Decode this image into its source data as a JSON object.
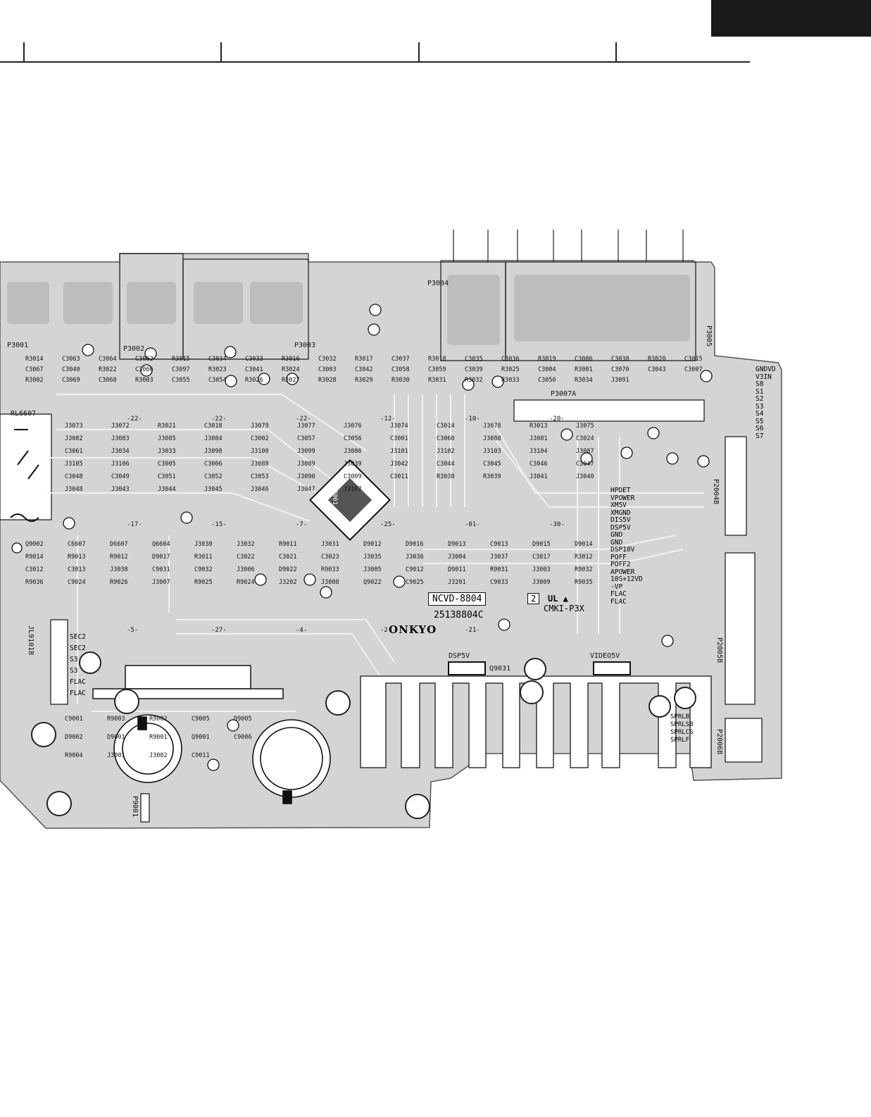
{
  "board": {
    "model": "NCVD-8804",
    "revision": "2",
    "part_number": "25138804C",
    "brand": "ONKYO",
    "cert_code": "CMKI-P3X",
    "cert_mark": "UL ▲",
    "ic_label": "Q3001"
  },
  "connectors": {
    "p3001": "P3001",
    "p3002": "P3002",
    "p3003": "P3003",
    "p3004": "P3004",
    "p3005": "P3005",
    "p3007a": "P3007A",
    "p2004b": "P2004B",
    "p2005b": "P2005B",
    "p2006b": "P2006B",
    "p9001": "P9001",
    "rl6607": "RL6607",
    "jl9101b": "JL9101B"
  },
  "top_pins": [
    "GNDVD",
    "V3IN",
    "S8",
    "S1",
    "S2",
    "S3",
    "S4",
    "S5",
    "S6",
    "S7"
  ],
  "mid_pins": [
    "HPDET",
    "VPOWER",
    "XM5V",
    "XMGND",
    "DIS5V",
    "DSP5V",
    "GND",
    "GND",
    "DSP10V",
    "POFF",
    "POFF2",
    "APOWER",
    "10S+12VD",
    "-VP",
    "FLAC",
    "FLAC"
  ],
  "left_pins": [
    "SEC2",
    "SEC2",
    "S3",
    "S3",
    "FLAC",
    "FLAC"
  ],
  "right_pins": [
    "SPRLB",
    "SPRLSB",
    "SPRLCS",
    "SPRLF"
  ],
  "regulator_labels": {
    "dsp5v": "DSP5V",
    "video5v": "VIDEO5V",
    "q9031": "Q9031"
  },
  "components_top": [
    "R3014",
    "C3063",
    "C3064",
    "C3062",
    "R3015",
    "C3034",
    "C3033",
    "R3016",
    "C3032",
    "R3017",
    "C3037",
    "R3018",
    "C3035",
    "C3036",
    "R3019",
    "C3086",
    "C3038",
    "R3020",
    "C3015",
    "C3067",
    "C3040",
    "R3022",
    "C3066",
    "C3097",
    "R3023",
    "C3041",
    "R3024",
    "C3003",
    "C3042",
    "C3058",
    "C3059",
    "C3039",
    "R3025",
    "C3004",
    "R3001",
    "C3070",
    "C3043",
    "C3007",
    "R3002",
    "C3069",
    "C3068",
    "R3003",
    "C3055",
    "C3054",
    "R3026",
    "R3027",
    "R3028",
    "R3029",
    "R3030",
    "R3031",
    "R3032",
    "R3033",
    "C3050",
    "R3034",
    "J3091"
  ],
  "components_mid": [
    "J3073",
    "J3072",
    "R3021",
    "C3018",
    "J3079",
    "J3077",
    "J3076",
    "J3074",
    "C3014",
    "J3078",
    "R3013",
    "J3075",
    "J3082",
    "J3083",
    "J3085",
    "J3084",
    "C3002",
    "C3057",
    "C3056",
    "C3001",
    "C3060",
    "J3080",
    "J3081",
    "C3024",
    "C3061",
    "J3034",
    "J3033",
    "J3098",
    "J3100",
    "J3099",
    "J3086",
    "J3101",
    "J3102",
    "J3103",
    "J3104",
    "J3087",
    "J3105",
    "J3106",
    "C3005",
    "C3006",
    "J3088",
    "J3089",
    "J3039",
    "J3042",
    "C3044",
    "C3045",
    "C3046",
    "C3047",
    "C3048",
    "C3049",
    "C3051",
    "C3052",
    "C3053",
    "J3090",
    "C3009",
    "C3011",
    "R3038",
    "R3039",
    "J3041",
    "J3040",
    "J3048",
    "J3043",
    "J3044",
    "J3045",
    "J3046",
    "J3047",
    "J3107"
  ],
  "components_low": [
    "Q9002",
    "C6607",
    "D6607",
    "Q6604",
    "J3030",
    "J3032",
    "R9011",
    "J3031",
    "D9012",
    "D9016",
    "D9013",
    "C9013",
    "D9015",
    "D9014",
    "R9014",
    "R9013",
    "R9012",
    "D9017",
    "R3011",
    "C3022",
    "C3021",
    "C3023",
    "J3035",
    "J3036",
    "J3004",
    "J3037",
    "C3017",
    "R3012",
    "C3012",
    "C3013",
    "J3038",
    "C9031",
    "C9032",
    "J3006",
    "D9022",
    "R9033",
    "J3005",
    "C9012",
    "D9011",
    "R9031",
    "J3003",
    "R9032",
    "R9036",
    "C9024",
    "R9026",
    "J3007",
    "R9025",
    "R9024",
    "J3202",
    "J3008",
    "Q9022",
    "C9025",
    "J3201",
    "C9033",
    "J3009",
    "R9035"
  ],
  "components_psu": [
    "C9001",
    "R9003",
    "R9002",
    "C9005",
    "D9005",
    "D9002",
    "D9001",
    "R9001",
    "Q9001",
    "C9006",
    "R9004",
    "J3001",
    "J3002",
    "C9011"
  ],
  "trace_numbers": [
    "-22-",
    "-22-",
    "-22-",
    "-12-",
    "-10-",
    "-20-",
    "-17-",
    "-15-",
    "-7-",
    "-25-",
    "-01-",
    "-30-",
    "-5-",
    "-27-",
    "-4-",
    "-2-",
    "-21-"
  ]
}
